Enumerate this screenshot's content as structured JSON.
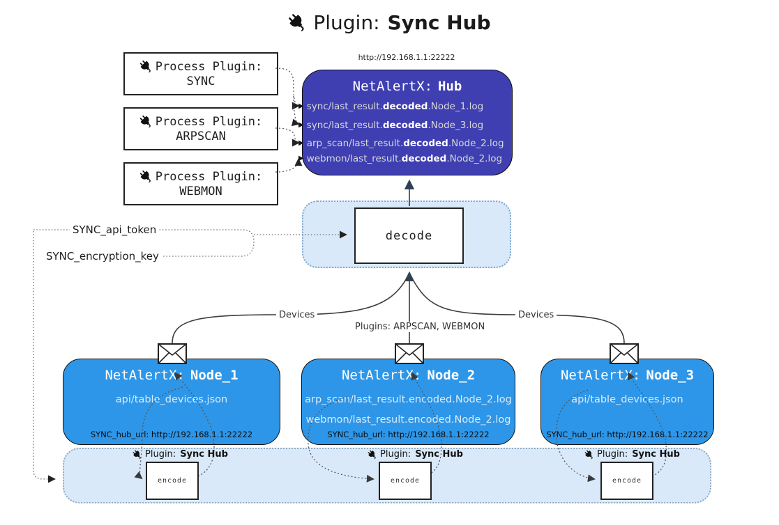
{
  "title": {
    "prefix": "Plugin:",
    "name": "Sync Hub"
  },
  "process_plugins": [
    {
      "label": "Process Plugin:",
      "name": "SYNC"
    },
    {
      "label": "Process Plugin:",
      "name": "ARPSCAN"
    },
    {
      "label": "Process Plugin:",
      "name": "WEBMON"
    }
  ],
  "hub": {
    "url": "http://192.168.1.1:22222",
    "title_prefix": "NetAlertX:",
    "title_name": "Hub",
    "log_arrow": "▶",
    "logs": [
      {
        "pre": "sync/last_result.",
        "bold": "decoded",
        "post": ".Node_1.log"
      },
      {
        "pre": "sync/last_result.",
        "bold": "decoded",
        "post": ".Node_3.log"
      },
      {
        "pre": "arp_scan/last_result.",
        "bold": "decoded",
        "post": ".Node_2.log"
      },
      {
        "pre": "webmon/last_result.",
        "bold": "decoded",
        "post": ".Node_2.log"
      }
    ]
  },
  "decode_box": {
    "label": "decode"
  },
  "config_labels": {
    "api_token": "SYNC_api_token",
    "encryption_key": "SYNC_encryption_key"
  },
  "edge_labels": {
    "devices_left": "Devices",
    "plugins_middle": "Plugins: ARPSCAN, WEBMON",
    "devices_right": "Devices"
  },
  "nodes": [
    {
      "title_prefix": "NetAlertX:",
      "title_name": "Node_1",
      "files": [
        "api/table_devices.json"
      ],
      "hub_url_label": "SYNC_hub_url: http://192.168.1.1:22222"
    },
    {
      "title_prefix": "NetAlertX:",
      "title_name": "Node_2",
      "files": [
        "arp_scan/last_result.encoded.Node_2.log",
        "webmon/last_result.encoded.Node_2.log"
      ],
      "hub_url_label": "SYNC_hub_url: http://192.168.1.1:22222"
    },
    {
      "title_prefix": "NetAlertX:",
      "title_name": "Node_3",
      "files": [
        "api/table_devices.json"
      ],
      "hub_url_label": "SYNC_hub_url: http://192.168.1.1:22222"
    }
  ],
  "encoders": [
    {
      "label_prefix": "Plugin:",
      "label_name": "Sync Hub",
      "box_label": "encode"
    },
    {
      "label_prefix": "Plugin:",
      "label_name": "Sync Hub",
      "box_label": "encode"
    },
    {
      "label_prefix": "Plugin:",
      "label_name": "Sync Hub",
      "box_label": "encode"
    }
  ],
  "colors": {
    "hub_fill": "#3f3fb2",
    "node_fill": "#2d96e8",
    "container_fill": "#d9e9f9",
    "arrow_dark": "#2e4154"
  }
}
